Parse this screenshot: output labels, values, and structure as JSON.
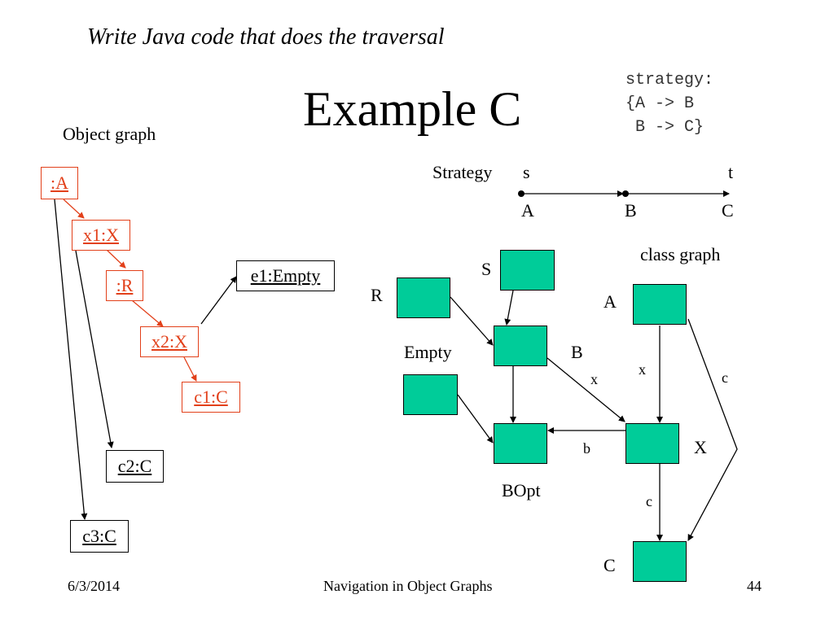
{
  "slide": {
    "subtitle": "Write Java code that does the traversal",
    "title": "Example C",
    "strategy_text": "strategy:\n{A -> B\n B -> C}"
  },
  "object_graph": {
    "label": "Object graph",
    "nodes": {
      "a": ":A",
      "x1": "x1:X",
      "r": ":R",
      "x2": "x2:X",
      "c1": "c1:C",
      "e1": "e1:Empty",
      "c2": "c2:C",
      "c3": "c3:C"
    }
  },
  "strategy_graph": {
    "label": "Strategy",
    "source": "s",
    "target": "t",
    "nodes": [
      "A",
      "B",
      "C"
    ]
  },
  "class_graph": {
    "label": "class graph",
    "nodes": {
      "r": "R",
      "s": "S",
      "empty": "Empty",
      "b": "B",
      "bopt": "BOpt",
      "a": "A",
      "x": "X",
      "c": "C"
    },
    "edges": {
      "b_to_x": "x",
      "a_to_x": "x",
      "a_to_c": "c",
      "x_to_bopt": "b",
      "x_to_c": "c"
    }
  },
  "colors": {
    "class_box": "#00cc99",
    "object_path": "#e2401a"
  },
  "footer": {
    "date": "6/3/2014",
    "center": "Navigation in Object Graphs",
    "page": "44"
  }
}
